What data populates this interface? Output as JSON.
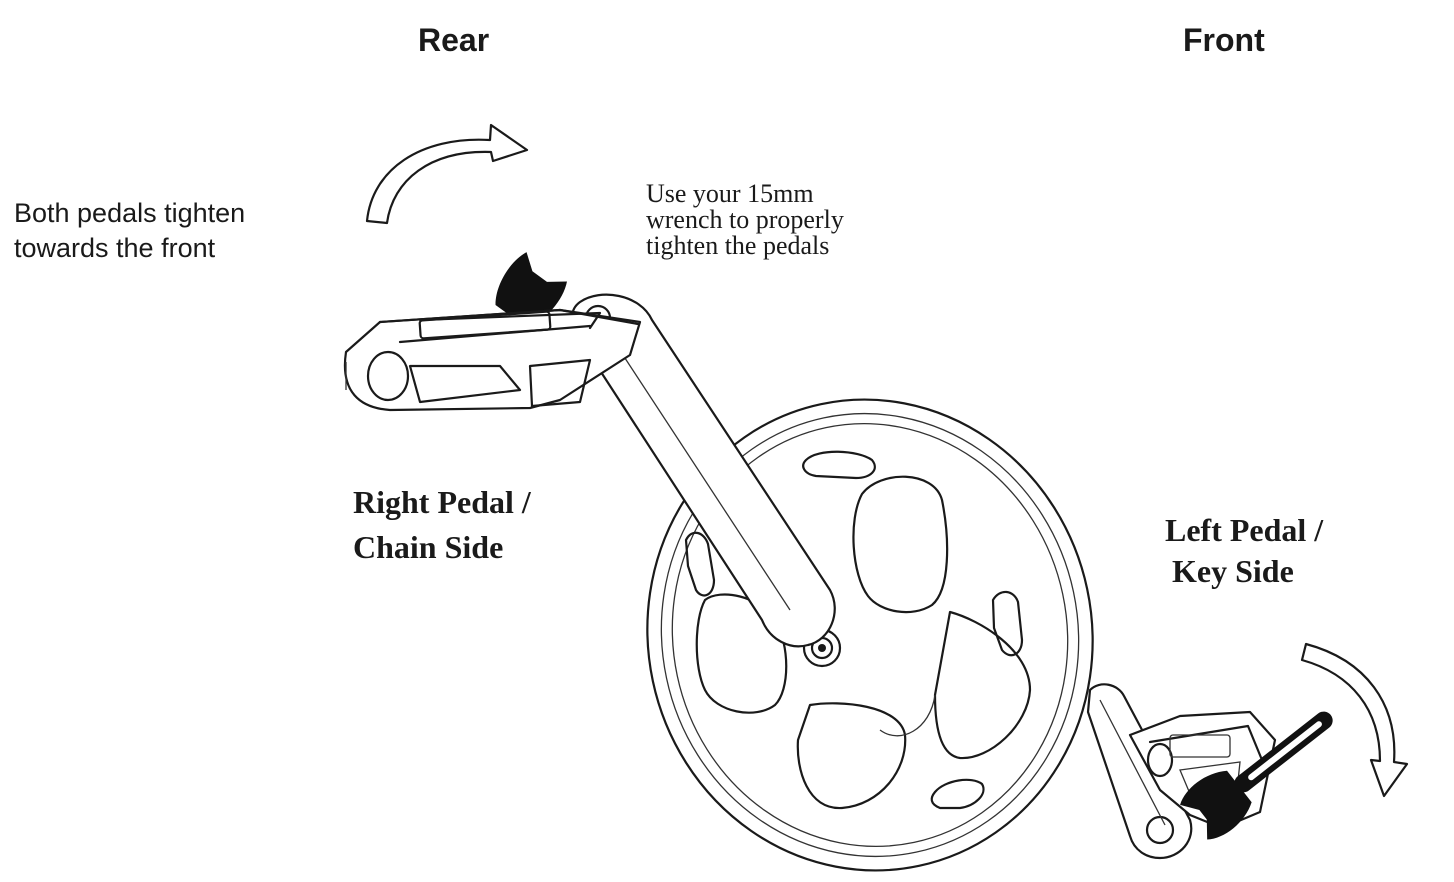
{
  "headings": {
    "rear": "Rear",
    "front": "Front"
  },
  "notes": {
    "tighten_line1": "Both pedals tighten",
    "tighten_line2": "towards the front",
    "wrench_line1": "Use your 15mm",
    "wrench_line2": "wrench to properly",
    "wrench_line3": "tighten the pedals"
  },
  "labels": {
    "right_pedal_line1": "Right Pedal /",
    "right_pedal_line2": "Chain Side",
    "left_pedal_line1": "Left Pedal /",
    "left_pedal_line2": "Key Side"
  },
  "icons": [
    "curved-arrow-icon",
    "wrench-icon",
    "pedal-icon",
    "chainring-icon",
    "crank-arm-icon"
  ],
  "colors": {
    "line": "#1a1a1a",
    "background": "#ffffff"
  }
}
